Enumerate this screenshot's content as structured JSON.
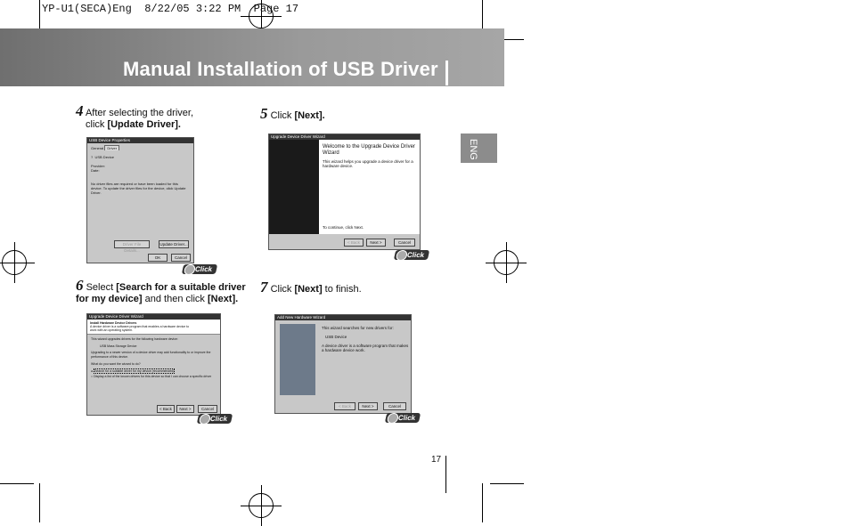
{
  "slug": "YP-U1(SECA)Eng  8/22/05 3:22 PM  Page 17",
  "header": {
    "title": "Manual Installation of USB Driver"
  },
  "lang_tab": "ENG",
  "page_number": "17",
  "click_label": "Click",
  "steps": [
    {
      "num": "4",
      "pre": "After selecting the driver,",
      "pre2": "click ",
      "bold": "[Update Driver].",
      "post": ""
    },
    {
      "num": "5",
      "pre": "Click ",
      "bold": "[Next].",
      "post": ""
    },
    {
      "num": "6",
      "pre": "Select ",
      "bold": "[Search for a suitable driver for my device]",
      "post": " and then click ",
      "bold2": "[Next]."
    },
    {
      "num": "7",
      "pre": "Click ",
      "bold": "[Next]",
      "post": " to finish."
    }
  ],
  "dialogs": {
    "d1": {
      "title": "USB Device Properties",
      "tabs": [
        "General",
        "Driver"
      ],
      "device": "USB Device",
      "provider": "Provider:",
      "date": "Date:",
      "msg": "No driver files are required or have been loaded for this device. To update the driver files for the device, click Update Driver.",
      "btn_details": "Driver File Details...",
      "btn_update": "Update Driver...",
      "ok": "OK",
      "cancel": "Cancel"
    },
    "d2": {
      "title": "Upgrade Device Driver Wizard",
      "heading": "Welcome to the Upgrade Device Driver Wizard",
      "msg": "This wizard helps you upgrade a device driver for a hardware device.",
      "cont": "To continue, click Next.",
      "back": "< Back",
      "next": "Next >",
      "cancel": "Cancel"
    },
    "d3": {
      "title": "Upgrade Device Driver Wizard",
      "heading": "Install Hardware Device Drivers",
      "sub": "A device driver is a software program that enables a hardware device to work with an operating system.",
      "l1": "This wizard upgrades drivers for the following hardware device:",
      "device": "USB Mass Storage Device",
      "l2": "Upgrading to a newer version of a device driver may add functionality to or improve the performance of this device.",
      "q": "What do you want the wizard to do?",
      "opt1": "Search for a suitable driver for my device (recommended)",
      "opt2": "Display a list of the known drivers for this device so that I can choose a specific driver",
      "back": "< Back",
      "next": "Next >",
      "cancel": "Cancel"
    },
    "d4": {
      "title": "Add New Hardware Wizard",
      "l1": "This wizard searches for new drivers for:",
      "device": "USB Device",
      "l2": "A device driver is a software program that makes a hardware device work.",
      "back": "< Back",
      "next": "Next >",
      "cancel": "Cancel"
    }
  }
}
